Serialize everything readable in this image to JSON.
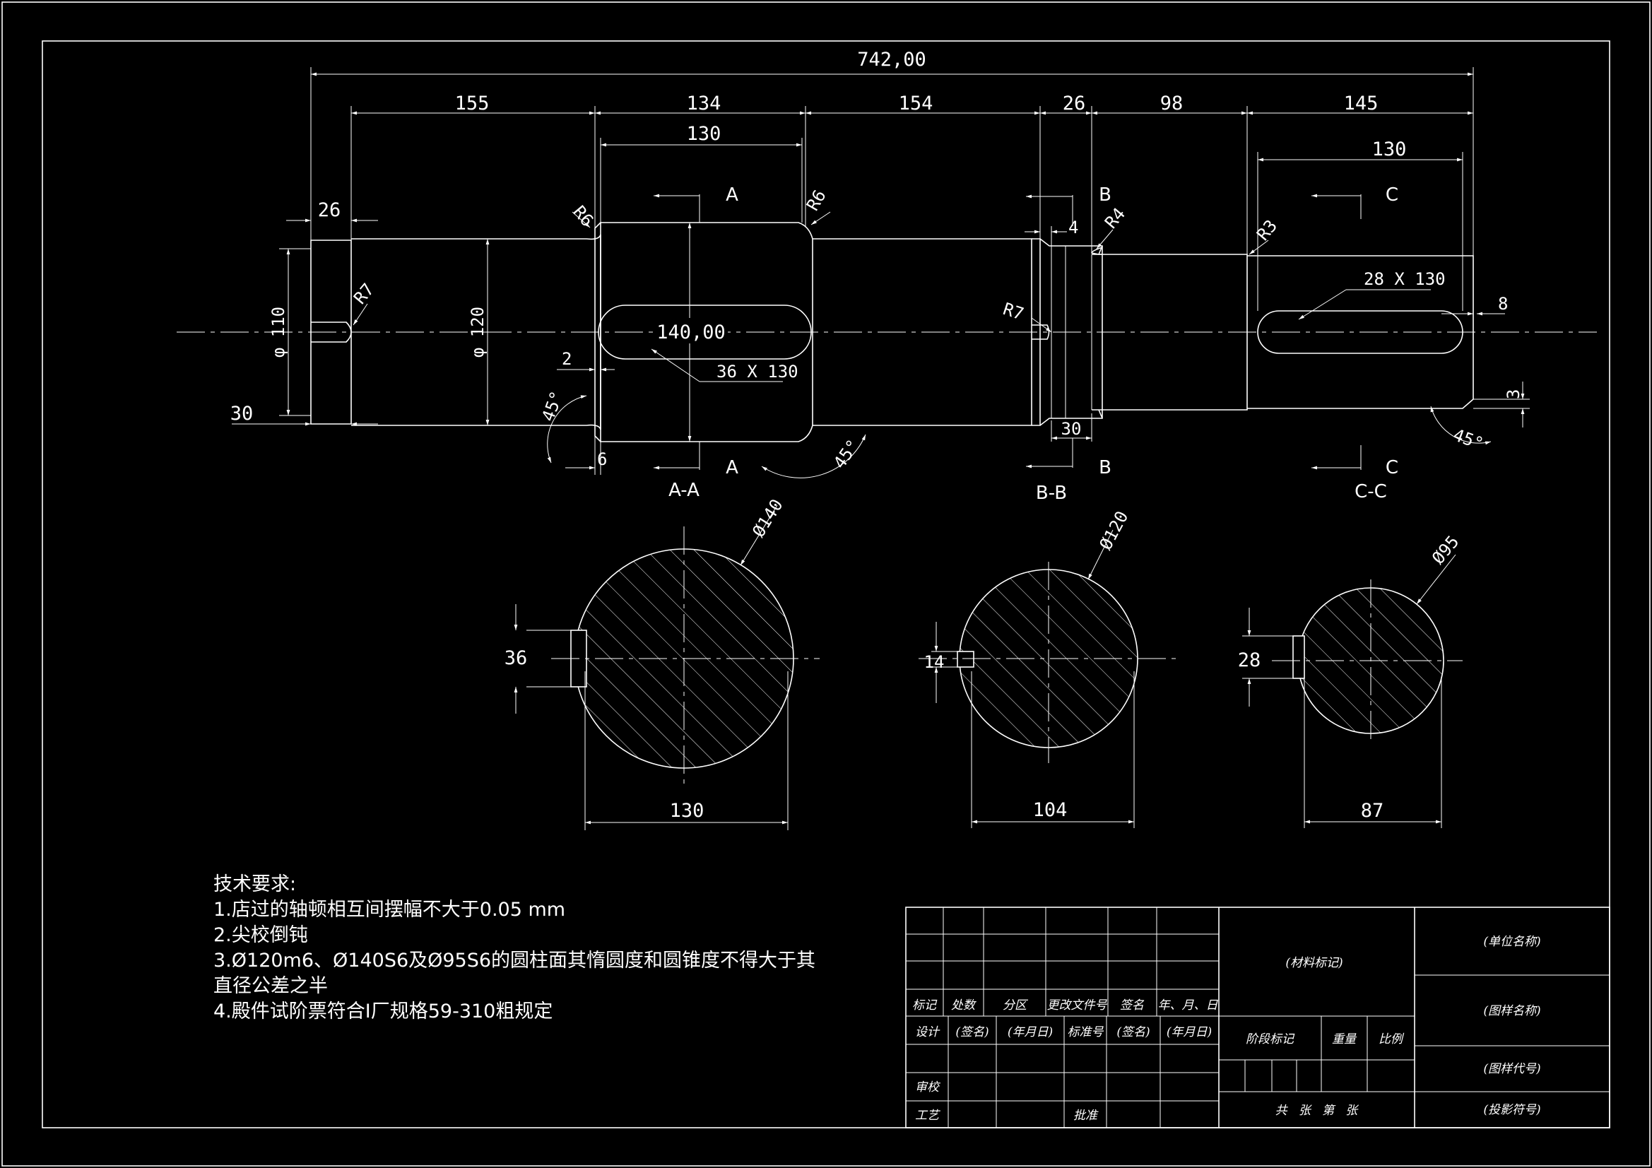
{
  "dimensions": {
    "overall_length": "742,00",
    "seg_155": "155",
    "seg_134": "134",
    "seg_154": "154",
    "seg_26_right": "26",
    "seg_98": "98",
    "seg_145": "145",
    "key_a_130": "130",
    "key_c_130": "130",
    "left_26": "26",
    "left_30": "30",
    "dia_110": "φ 110",
    "dia_120": "φ 120",
    "dia_140": "140,00",
    "key_36x130": "36 X 130",
    "key_28x130": "28 X 130",
    "r6_left": "R6",
    "r6_right": "R6",
    "r7_left": "R7",
    "r7_right": "R7",
    "r4": "R4",
    "r3": "R3",
    "chamfer_45_a": "45°",
    "chamfer_45_b": "45°",
    "chamfer_45_c": "45°",
    "small_2": "2",
    "small_6": "6",
    "small_4": "4",
    "small_30_b": "30",
    "small_8": "8",
    "small_3": "3"
  },
  "section_marks": {
    "a_top": "A",
    "a_bottom": "A",
    "a_label": "A-A",
    "b_top": "B",
    "b_bottom": "B",
    "b_label": "B-B",
    "c_top": "C",
    "c_bottom": "C",
    "c_label": "C-C"
  },
  "sections": {
    "aa": {
      "dia": "Ø140",
      "key": "36",
      "width": "130"
    },
    "bb": {
      "dia": "Ø120",
      "key": "14",
      "width": "104"
    },
    "cc": {
      "dia": "Ø95",
      "key": "28",
      "width": "87"
    }
  },
  "notes": {
    "title": "技术要求:",
    "item1": "1.店过的轴顿相互间摆幅不大于0.05 mm",
    "item2": "2.尖校倒钝",
    "item3a": "3.Ø120m6、Ø140S6及Ø95S6的圆柱面其惰圆度和圆锥度不得大于其",
    "item3b": "直径公差之半",
    "item4": "4.殿件试阶票符合I厂规格59-310粗规定"
  },
  "title_block": {
    "row_labels": [
      "标记",
      "处数",
      "分区",
      "更改文件号",
      "签名",
      "年、月、日"
    ],
    "design": "设计",
    "sign1": "(签名)",
    "date1": "(年月日)",
    "standard": "标准号",
    "sign2": "(签名)",
    "date2": "(年月日)",
    "review": "审校",
    "process": "工艺",
    "approve": "批准",
    "material": "(材料标记)",
    "stage": "阶段标记",
    "weight": "重量",
    "scale": "比例",
    "sheets": "共   张   第   张",
    "unit_name": "(单位名称)",
    "drawing_name": "(图样名称)",
    "drawing_code": "(图样代号)",
    "projection": "(投影符号)"
  }
}
